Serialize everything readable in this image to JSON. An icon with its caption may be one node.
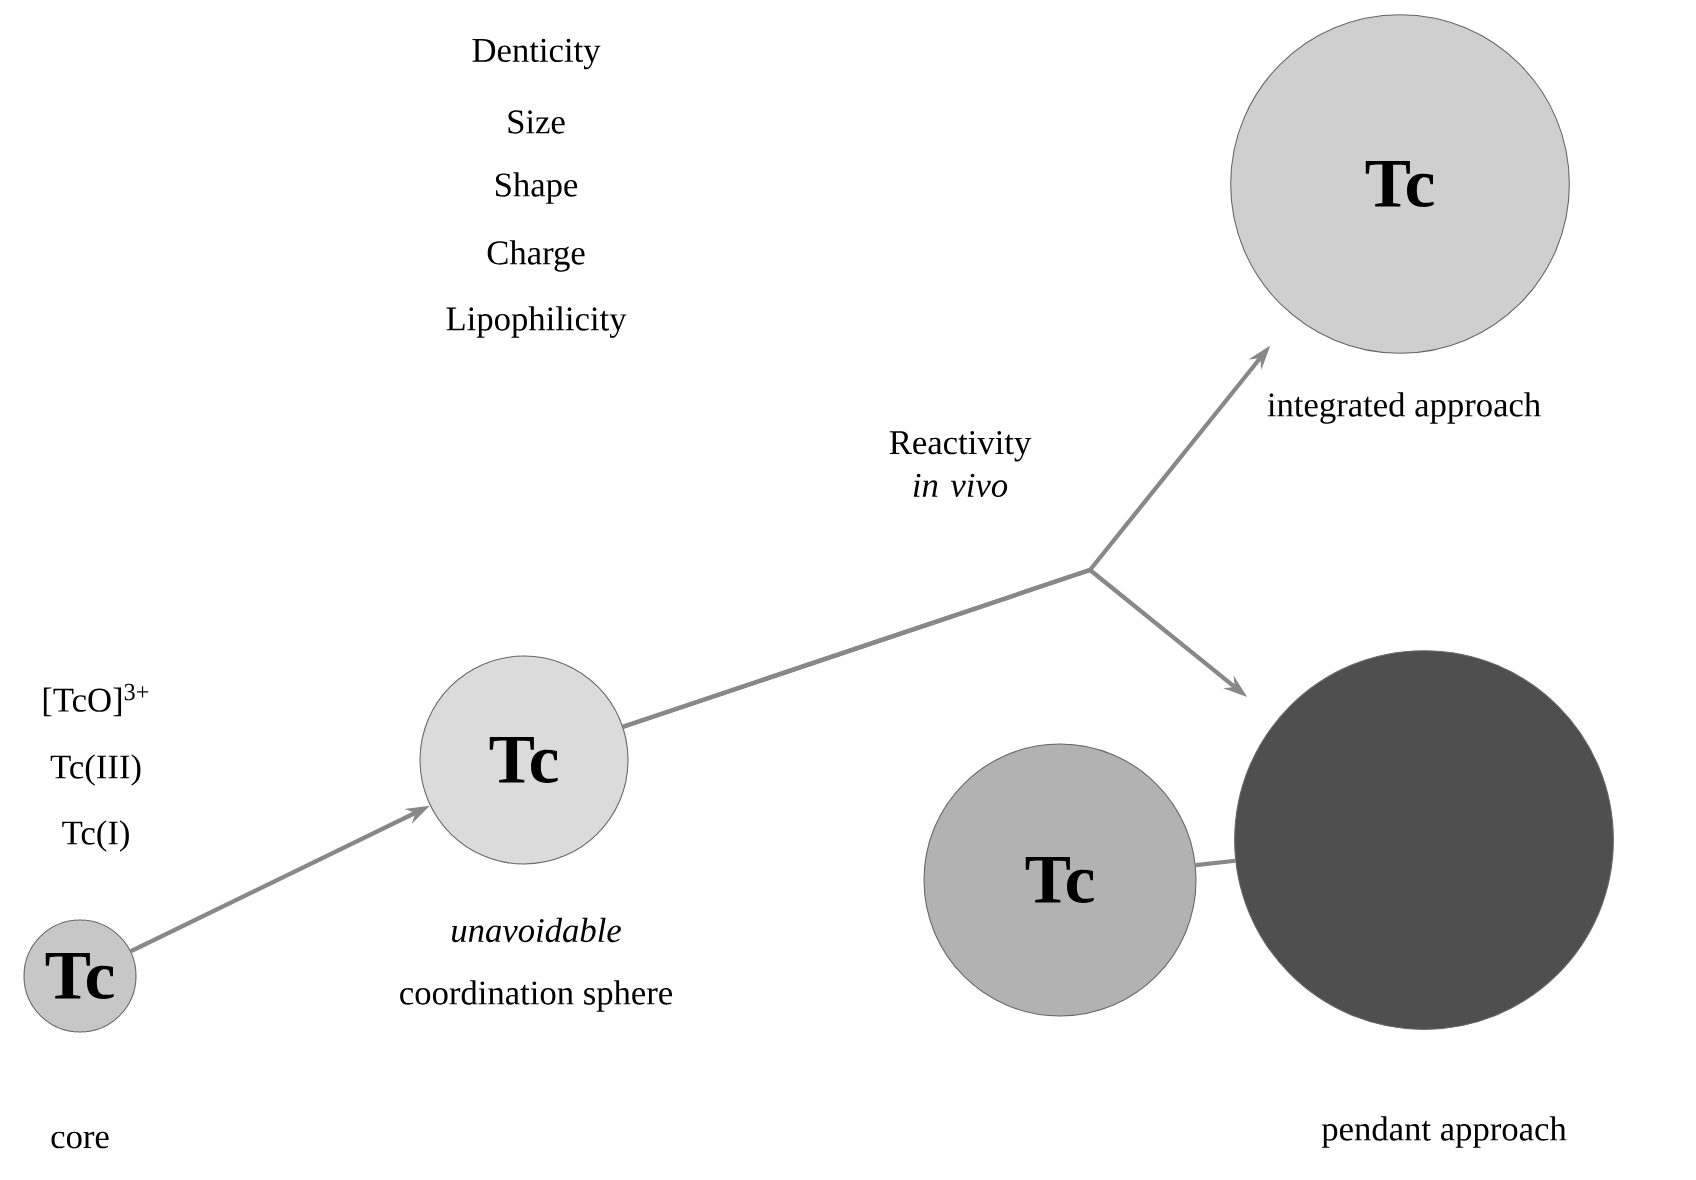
{
  "diagram": {
    "nodes": [
      {
        "text": [
          "Tc"
        ],
        "beside": [
          "core"
        ]
      },
      {
        "text": [
          "Tc"
        ],
        "beside": [
          "unavoidable",
          "coordination sphere"
        ]
      },
      {
        "text": [
          "Tc"
        ],
        "beside": [
          "integrated approach"
        ]
      },
      {
        "text": [
          "Tc"
        ]
      },
      {
        "text": [],
        "shape": "circle",
        "beside": [
          "pendant approach"
        ]
      }
    ],
    "edges": [
      {
        "from": 0,
        "to": 1,
        "arrow": "to"
      },
      {
        "from": 1,
        "to": 2,
        "arrow": "to",
        "label": "Reactivity *in vivo*"
      },
      {
        "from": 1,
        "to": 4,
        "arrow": "to"
      },
      {
        "from": 3,
        "to": 4,
        "arrow": "none"
      }
    ],
    "labels": [
      "[TcO]$^{3+}$",
      "Tc(III)",
      "Tc(I)",
      "Denticity",
      "Size",
      "Shape",
      "Charge",
      "Lipophilicity"
    ]
  }
}
